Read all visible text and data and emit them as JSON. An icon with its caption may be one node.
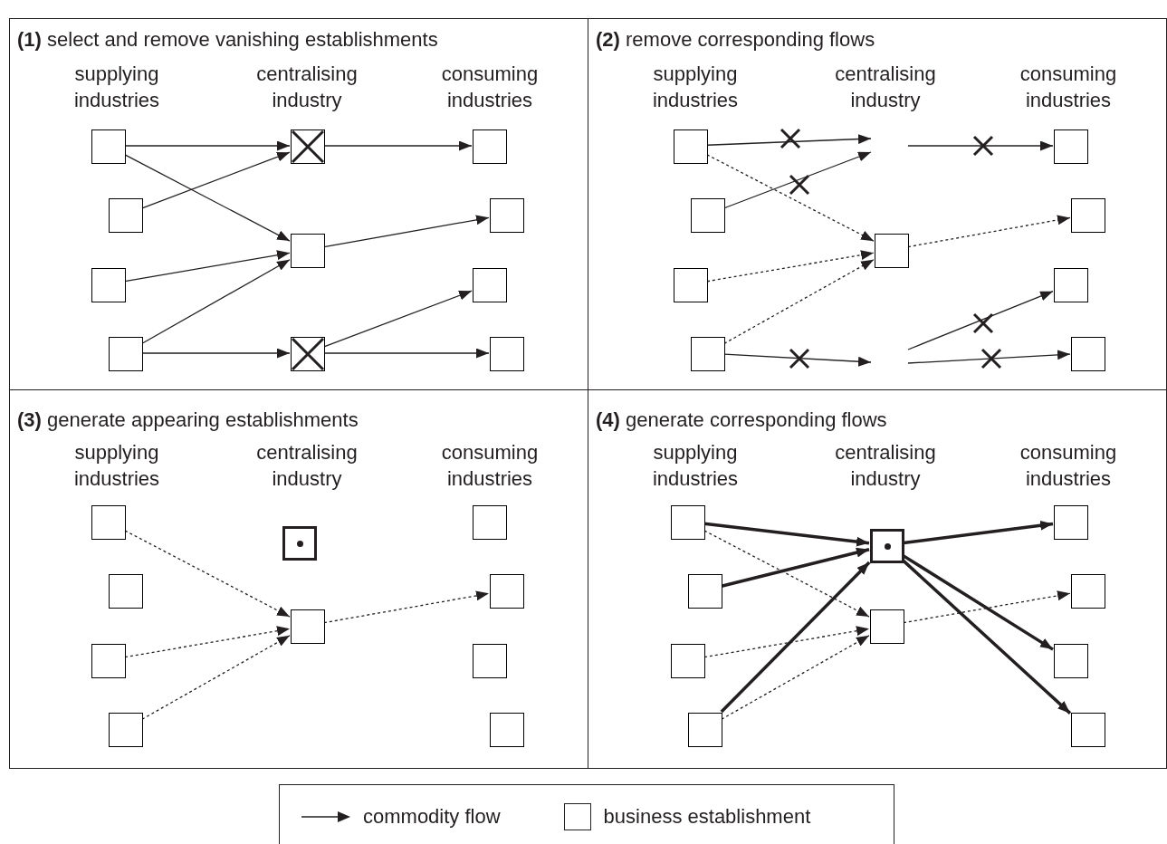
{
  "diagram": {
    "nodes": [
      {
        "text": [
          "**(1)** select and remove vanishing establishments",
          "supplying industries",
          "centralising industry",
          "consuming industries"
        ]
      },
      {
        "text": [],
        "shape": "box",
        "in": 0
      },
      {
        "text": [],
        "shape": "box",
        "in": 0
      },
      {
        "text": [],
        "shape": "box",
        "in": 0
      },
      {
        "text": [],
        "shape": "box",
        "in": 0
      },
      {
        "text": [],
        "shape": "crossed-box",
        "in": 0
      },
      {
        "text": [],
        "shape": "box",
        "in": 0
      },
      {
        "text": [],
        "shape": "crossed-box",
        "in": 0
      },
      {
        "text": [],
        "shape": "box",
        "in": 0
      },
      {
        "text": [],
        "shape": "box",
        "in": 0
      },
      {
        "text": [],
        "shape": "box",
        "in": 0
      },
      {
        "text": [],
        "shape": "box",
        "in": 0
      },
      {
        "text": [
          "**(2)** remove corresponding flows",
          "supplying industries",
          "centralising industry",
          "consuming industries"
        ]
      },
      {
        "text": [],
        "shape": "box",
        "in": 12
      },
      {
        "text": [],
        "shape": "box",
        "in": 12
      },
      {
        "text": [],
        "shape": "box",
        "in": 12
      },
      {
        "text": [],
        "shape": "box",
        "in": 12
      },
      {
        "text": [],
        "shape": "box",
        "in": 12
      },
      {
        "text": [],
        "shape": "box",
        "in": 12
      },
      {
        "text": [],
        "shape": "box",
        "in": 12
      },
      {
        "text": [],
        "shape": "box",
        "in": 12
      },
      {
        "text": [],
        "shape": "box",
        "in": 12
      },
      {
        "text": [
          "**(3)** generate appearing establishments",
          "supplying industries",
          "centralising industry",
          "consuming industries"
        ]
      },
      {
        "text": [],
        "shape": "box",
        "in": 22
      },
      {
        "text": [],
        "shape": "box",
        "in": 22
      },
      {
        "text": [],
        "shape": "box",
        "in": 22
      },
      {
        "text": [],
        "shape": "box",
        "in": 22
      },
      {
        "text": [],
        "shape": "dotted-box",
        "in": 22
      },
      {
        "text": [],
        "shape": "box",
        "in": 22
      },
      {
        "text": [],
        "shape": "box",
        "in": 22
      },
      {
        "text": [],
        "shape": "box",
        "in": 22
      },
      {
        "text": [],
        "shape": "box",
        "in": 22
      },
      {
        "text": [],
        "shape": "box",
        "in": 22
      },
      {
        "text": [
          "**(4)** generate corresponding flows",
          "supplying industries",
          "centralising industry",
          "consuming industries"
        ]
      },
      {
        "text": [],
        "shape": "box",
        "in": 33
      },
      {
        "text": [],
        "shape": "box",
        "in": 33
      },
      {
        "text": [],
        "shape": "box",
        "in": 33
      },
      {
        "text": [],
        "shape": "box",
        "in": 33
      },
      {
        "text": [],
        "shape": "dotted-box",
        "in": 33
      },
      {
        "text": [],
        "shape": "box",
        "in": 33
      },
      {
        "text": [],
        "shape": "box",
        "in": 33
      },
      {
        "text": [],
        "shape": "box",
        "in": 33
      },
      {
        "text": [],
        "shape": "box",
        "in": 33
      },
      {
        "text": [],
        "shape": "box",
        "in": 33
      }
    ],
    "edges": [
      {
        "from": 1,
        "to": 5,
        "arrow": "to"
      },
      {
        "from": 1,
        "to": 6,
        "arrow": "to"
      },
      {
        "from": 2,
        "to": 5,
        "arrow": "to"
      },
      {
        "from": 3,
        "to": 6,
        "arrow": "to"
      },
      {
        "from": 4,
        "to": 6,
        "arrow": "to"
      },
      {
        "from": 4,
        "to": 7,
        "arrow": "to"
      },
      {
        "from": 5,
        "to": 8,
        "arrow": "to"
      },
      {
        "from": 6,
        "to": 9,
        "arrow": "to"
      },
      {
        "from": 7,
        "to": 10,
        "arrow": "to"
      },
      {
        "from": 7,
        "to": 11,
        "arrow": "to"
      },
      {
        "from": 13,
        "to": null,
        "arrow": "to"
      },
      {
        "from": 14,
        "to": null,
        "arrow": "to"
      },
      {
        "from": 13,
        "to": 17,
        "arrow": "to",
        "style": "dashed"
      },
      {
        "from": 15,
        "to": 17,
        "arrow": "to",
        "style": "dashed"
      },
      {
        "from": 16,
        "to": 17,
        "arrow": "to",
        "style": "dashed"
      },
      {
        "from": 17,
        "to": 19,
        "arrow": "to",
        "style": "dashed"
      },
      {
        "from": 16,
        "to": null,
        "arrow": "to"
      },
      {
        "from": null,
        "to": 18,
        "arrow": "to"
      },
      {
        "from": null,
        "to": 20,
        "arrow": "to"
      },
      {
        "from": null,
        "to": 21,
        "arrow": "to"
      },
      {
        "from": 23,
        "to": 28,
        "arrow": "to",
        "style": "dashed"
      },
      {
        "from": 25,
        "to": 28,
        "arrow": "to",
        "style": "dashed"
      },
      {
        "from": 26,
        "to": 28,
        "arrow": "to",
        "style": "dashed"
      },
      {
        "from": 28,
        "to": 30,
        "arrow": "to",
        "style": "dashed"
      },
      {
        "from": 34,
        "to": 39,
        "arrow": "to",
        "style": "dashed"
      },
      {
        "from": 36,
        "to": 39,
        "arrow": "to",
        "style": "dashed"
      },
      {
        "from": 37,
        "to": 39,
        "arrow": "to",
        "style": "dashed"
      },
      {
        "from": 39,
        "to": 41,
        "arrow": "to",
        "style": "dashed"
      },
      {
        "from": 34,
        "to": 38,
        "arrow": "to",
        "style": "thick"
      },
      {
        "from": 35,
        "to": 38,
        "arrow": "to",
        "style": "thick"
      },
      {
        "from": 37,
        "to": 38,
        "arrow": "to",
        "style": "thick"
      },
      {
        "from": 38,
        "to": 40,
        "arrow": "to",
        "style": "thick"
      },
      {
        "from": 38,
        "to": 42,
        "arrow": "to",
        "style": "thick"
      },
      {
        "from": 38,
        "to": 43,
        "arrow": "to",
        "style": "thick"
      }
    ],
    "legend": [
      {
        "text": "commodity flow"
      },
      {
        "text": "business establishment"
      }
    ]
  }
}
